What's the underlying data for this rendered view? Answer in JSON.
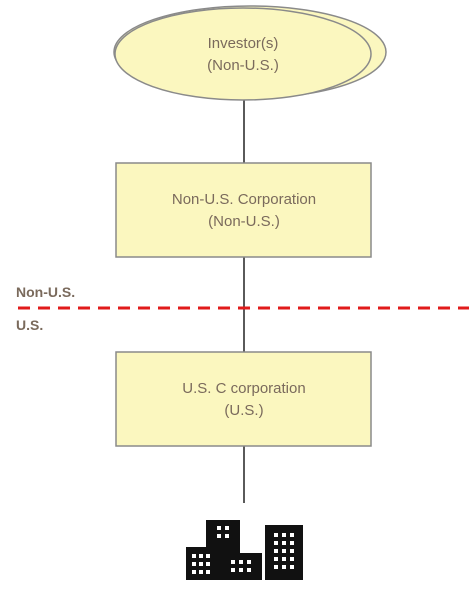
{
  "investor": {
    "line1": "Investor(s)",
    "line2": "(Non-U.S.)"
  },
  "foreign_corp": {
    "line1": "Non-U.S. Corporation",
    "line2": "(Non-U.S.)"
  },
  "us_corp": {
    "line1": "U.S. C corporation",
    "line2": "(U.S.)"
  },
  "border": {
    "upper_label": "Non-U.S.",
    "lower_label": "U.S."
  },
  "icons": {
    "building": "city-buildings-icon"
  },
  "colors": {
    "box_fill": "#fbf7bf",
    "box_stroke": "#8a8a8a",
    "connector": "#222222",
    "border_line": "#e11b1b",
    "label_text": "#7a6a5c",
    "building": "#111111"
  }
}
